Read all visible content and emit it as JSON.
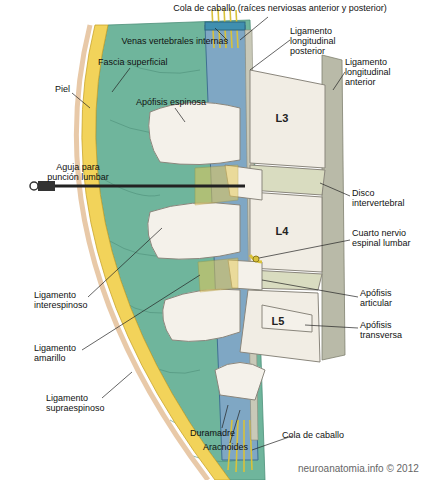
{
  "diagram": {
    "nodes": [
      {
        "text": [
          "L3"
        ]
      },
      {
        "text": [
          "L4"
        ]
      },
      {
        "text": [
          "L5"
        ]
      }
    ],
    "labels": [
      "Cola de caballo (raíces nerviosas anterior y posterior)",
      "Venas vertebrales internas",
      "Ligamento longitudinal posterior",
      "Ligamento longitudinal anterior",
      "Fascia superficial",
      "Piel",
      "Apófisis espinosa",
      "Aguja para punción lumbar",
      "Disco intervertebral",
      "Cuarto nervio espinal lumbar",
      "Apófisis articular",
      "Ligamento interespinoso",
      "Apófisis transversa",
      "Ligamento amarillo",
      "Ligamento supraespinoso",
      "Duramadre",
      "Cola de caballo",
      "Aracnoides",
      "neuroanatomia.info © 2012"
    ]
  }
}
